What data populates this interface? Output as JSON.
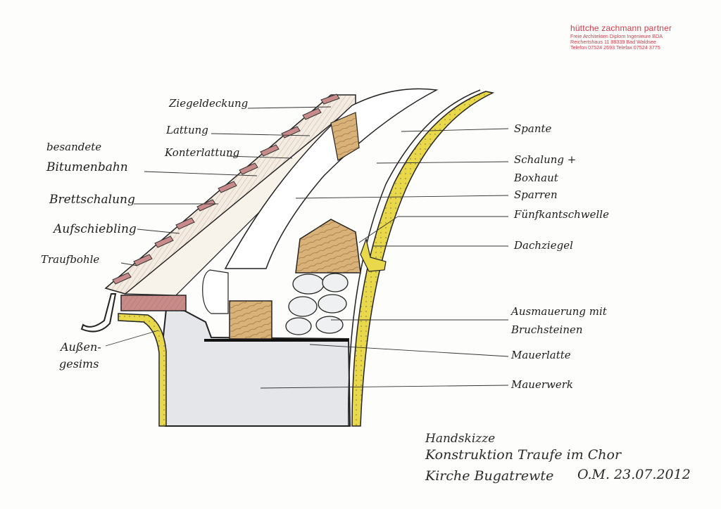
{
  "stamp": {
    "firm": "hüttche zachmann partner",
    "line1": "Freie Architekten Diplom Ingenieure BDA",
    "line2": "Reichertshaus 11  88339 Bad Waldsee",
    "line3": "Telefon 07524 2693  Telefax 07524 3775"
  },
  "labels": {
    "ziegeldeckung": "Ziegeldeckung",
    "lattung": "Lattung",
    "konterlattung": "Konterlattung",
    "bitumen_1": "besandete",
    "bitumen_2": "Bitumenbahn",
    "brettschalung": "Brettschalung",
    "aufschiebling": "Aufschiebling",
    "traufbohle": "Traufbohle",
    "aussengesims_1": "Außen-",
    "aussengesims_2": "gesims",
    "spante": "Spante",
    "schalung_1": "Schalung +",
    "schalung_2": "Boxhaut",
    "sparren": "Sparren",
    "fuenfkant": "Fünfkantschwelle",
    "dachziegel": "Dachziegel",
    "ausmauerung_1": "Ausmauerung mit",
    "ausmauerung_2": "Bruchsteinen",
    "mauerlatte": "Mauerlatte",
    "mauerwerk": "Mauerwerk"
  },
  "note": {
    "line1": "Handskizze",
    "line2": "Konstruktion Traufe im Chor",
    "line3": "Kirche Bugatrewte",
    "sign": "O.M. 23.07.2012"
  },
  "colors": {
    "stamp": "#d63a4a",
    "timber": "#d9b27a",
    "tiles": "#c98a8a",
    "yellow_layer": "#e8d84a",
    "masonry": "#e4e6ea",
    "ink": "#1d1d1d"
  }
}
